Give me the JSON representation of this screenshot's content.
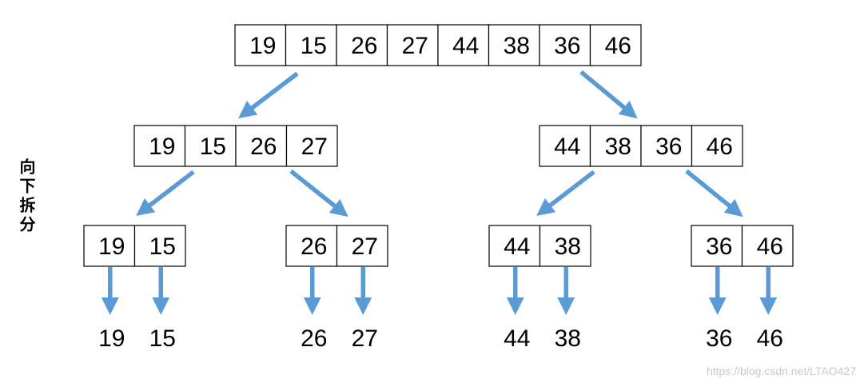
{
  "side_label": "向下拆分",
  "watermark": "https://blog.csdn.net/LTAO427",
  "colors": {
    "arrow": "#5b9bd5",
    "box_border": "#000000",
    "text": "#000000"
  },
  "levels": [
    {
      "groups": [
        [
          "19",
          "15",
          "26",
          "27",
          "44",
          "38",
          "36",
          "46"
        ]
      ]
    },
    {
      "groups": [
        [
          "19",
          "15",
          "26",
          "27"
        ],
        [
          "44",
          "38",
          "36",
          "46"
        ]
      ]
    },
    {
      "groups": [
        [
          "19",
          "15"
        ],
        [
          "26",
          "27"
        ],
        [
          "44",
          "38"
        ],
        [
          "36",
          "46"
        ]
      ]
    }
  ],
  "leaves": [
    "19",
    "15",
    "26",
    "27",
    "44",
    "38",
    "36",
    "46"
  ]
}
